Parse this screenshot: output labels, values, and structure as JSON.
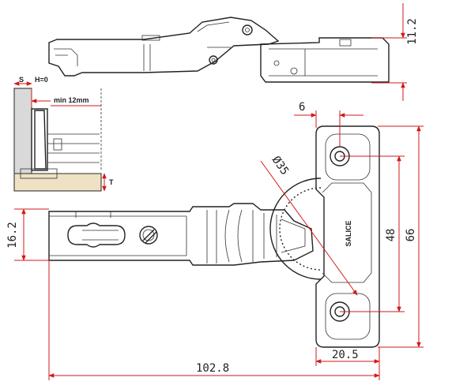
{
  "colors": {
    "dimension_line": "#d01a1a",
    "outline": "#222222",
    "wood": "#efe2c4",
    "panel": "#d9d9d9"
  },
  "dimensions": {
    "top_height": "11.2",
    "plate_offset": "6",
    "cup_diameter": "Ø35",
    "arm_height": "16.2",
    "hole_spacing": "48",
    "plate_length": "66",
    "plate_width": "20.5",
    "total_length": "102.8"
  },
  "detail": {
    "s_label": "S",
    "h_label": "H=0",
    "min_label": "min 12mm",
    "t_label": "T"
  },
  "brand": "SALICE"
}
